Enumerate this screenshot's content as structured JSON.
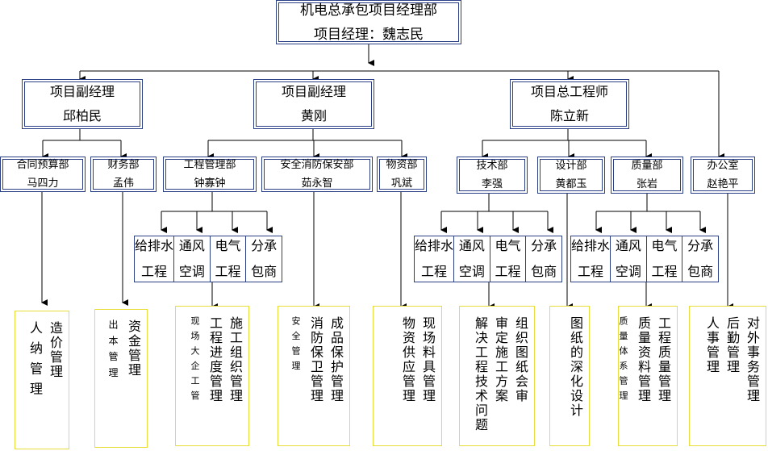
{
  "top": {
    "title": "机电总承包项目经理部",
    "manager": "项目经理：魏志民"
  },
  "level2": [
    {
      "title": "项目副经理",
      "name": "邱柏民"
    },
    {
      "title": "项目副经理",
      "name": "黄刚"
    },
    {
      "title": "项目总工程师",
      "name": "陈立新"
    }
  ],
  "departments": [
    {
      "title": "合同预算部",
      "name": "马四力"
    },
    {
      "title": "财务部",
      "name": "孟伟"
    },
    {
      "title": "工程管理部",
      "name": "钟寡钟"
    },
    {
      "title": "安全消防保安部",
      "name": "茹永智"
    },
    {
      "title": "物资部",
      "name": "巩斌"
    },
    {
      "title": "技术部",
      "name": "李强"
    },
    {
      "title": "设计部",
      "name": "黄都玉"
    },
    {
      "title": "质量部",
      "name": "张岩"
    },
    {
      "title": "办公室",
      "name": "赵艳平"
    }
  ],
  "disciplines": [
    {
      "top": "给排水",
      "bottom": "工程"
    },
    {
      "top": "通风",
      "bottom": "空调"
    },
    {
      "top": "电气",
      "bottom": "工程"
    },
    {
      "top": "分承",
      "bottom": "包商"
    }
  ],
  "duties": [
    {
      "lines": [
        "造价管理",
        "人 纳 管 理"
      ]
    },
    {
      "lines": [
        "资金管理",
        "出 本 管 理"
      ]
    },
    {
      "lines": [
        "施工组织管理",
        "工程进度管理",
        "现 场 大 企 工 管"
      ]
    },
    {
      "lines": [
        "成品保护管理",
        "消防保卫管理",
        "安 全 管 理"
      ]
    },
    {
      "lines": [
        "现场料具管理",
        "物资供应管理"
      ]
    },
    {
      "lines": [
        "组织图纸会审",
        "审定施工方案",
        "解决工程技术问题"
      ]
    },
    {
      "lines": [
        "图纸的深化设计"
      ]
    },
    {
      "lines": [
        "工程质量管理",
        "质量资料管理",
        "质 量 体 系 管 理"
      ]
    },
    {
      "lines": [
        "对外事务管理",
        "后勤管理",
        "人事管理"
      ]
    }
  ],
  "colors": {
    "box_border": "#2b3f86",
    "note_border": "#e8de3a",
    "line": "#000000"
  }
}
